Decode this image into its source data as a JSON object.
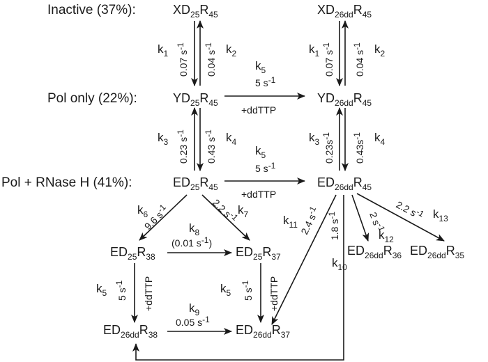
{
  "population_labels": {
    "inactive": "Inactive (37%):",
    "pol_only": "Pol only (22%):",
    "pol_rnaseh": "Pol + RNase H (41%):"
  },
  "species": {
    "xd25": {
      "main": "XD",
      "s1": "25",
      "mid": "R",
      "s2": "45"
    },
    "xd26": {
      "main": "XD",
      "s1": "26dd",
      "mid": "R",
      "s2": "45"
    },
    "yd25": {
      "main": "YD",
      "s1": "25",
      "mid": "R",
      "s2": "45"
    },
    "yd26": {
      "main": "YD",
      "s1": "26dd",
      "mid": "R",
      "s2": "45"
    },
    "ed25": {
      "main": "ED",
      "s1": "25",
      "mid": "R",
      "s2": "45"
    },
    "ed26": {
      "main": "ED",
      "s1": "26dd",
      "mid": "R",
      "s2": "45"
    },
    "ed25r38": {
      "main": "ED",
      "s1": "25",
      "mid": "R",
      "s2": "38"
    },
    "ed25r37": {
      "main": "ED",
      "s1": "25",
      "mid": "R",
      "s2": "37"
    },
    "ed26r36": {
      "main": "ED",
      "s1": "26dd",
      "mid": "R",
      "s2": "36"
    },
    "ed26r35": {
      "main": "ED",
      "s1": "26dd",
      "mid": "R",
      "s2": "35"
    },
    "ed26r38": {
      "main": "ED",
      "s1": "26dd",
      "mid": "R",
      "s2": "38"
    },
    "ed26r37": {
      "main": "ED",
      "s1": "26dd",
      "mid": "R",
      "s2": "37"
    }
  },
  "rate_constants": {
    "k1_left": {
      "k": "k",
      "sub": "1"
    },
    "k2_left": {
      "k": "k",
      "sub": "2"
    },
    "k1_right": {
      "k": "k",
      "sub": "1"
    },
    "k2_right": {
      "k": "k",
      "sub": "2"
    },
    "k5_top": {
      "k": "k",
      "sub": "5"
    },
    "k3_left": {
      "k": "k",
      "sub": "3"
    },
    "k4_left": {
      "k": "k",
      "sub": "4"
    },
    "k3_right": {
      "k": "k",
      "sub": "3"
    },
    "k4_right": {
      "k": "k",
      "sub": "4"
    },
    "k5_mid": {
      "k": "k",
      "sub": "5"
    },
    "k6": {
      "k": "k",
      "sub": "6"
    },
    "k7": {
      "k": "k",
      "sub": "7"
    },
    "k8": {
      "k": "k",
      "sub": "8"
    },
    "k11": {
      "k": "k",
      "sub": "11"
    },
    "k10": {
      "k": "k",
      "sub": "10"
    },
    "k12": {
      "k": "k",
      "sub": "12"
    },
    "k13": {
      "k": "k",
      "sub": "13"
    },
    "k5_low_left": {
      "k": "k",
      "sub": "5"
    },
    "k5_low_right": {
      "k": "k",
      "sub": "5"
    },
    "k9": {
      "k": "k",
      "sub": "9"
    }
  },
  "rate_values": {
    "r1_left": {
      "val": "0.07 s",
      "exp": "-1"
    },
    "r2_left": {
      "val": "0.04 s",
      "exp": "-1"
    },
    "r1_right": {
      "val": "0.07 s",
      "exp": "-1"
    },
    "r2_right": {
      "val": "0.04 s",
      "exp": "-1"
    },
    "r5_top": {
      "val": "5 s",
      "exp": "-1"
    },
    "r3_left": {
      "val": "0.23 s",
      "exp": "-1"
    },
    "r4_left": {
      "val": "0.43 s",
      "exp": "-1"
    },
    "r3_right": {
      "val": "0.23s",
      "exp": "-1"
    },
    "r4_right": {
      "val": "0.43s",
      "exp": "-1"
    },
    "r5_mid": {
      "val": "5 s",
      "exp": "-1"
    },
    "r6": {
      "val": "9.6 s",
      "exp": "-1"
    },
    "r7": {
      "val": "2.2 s",
      "exp": "-1"
    },
    "r8": {
      "val": "(0.01 s",
      "exp": "-1",
      "close": ")"
    },
    "r11": {
      "val": "2.4 s",
      "exp": "-1"
    },
    "r10": {
      "val": "1.8 s",
      "exp": "-1"
    },
    "r12": {
      "val": "2 s",
      "exp": "-1"
    },
    "r13": {
      "val": "2.2 s",
      "exp": "-1"
    },
    "r5_low_left": {
      "val": "5 s",
      "exp": "-1"
    },
    "r5_low_right": {
      "val": "5 s",
      "exp": "-1"
    },
    "r9": {
      "val": "0.05 s",
      "exp": "-1"
    }
  },
  "additions": {
    "ddttp_top": "+ddTTP",
    "ddttp_mid": "+ddTTP",
    "ddttp_low_left": "+ddTTP",
    "ddttp_low_right": "+ddTTP"
  },
  "colors": {
    "ink": "#1a1a1a",
    "background": "#ffffff"
  }
}
